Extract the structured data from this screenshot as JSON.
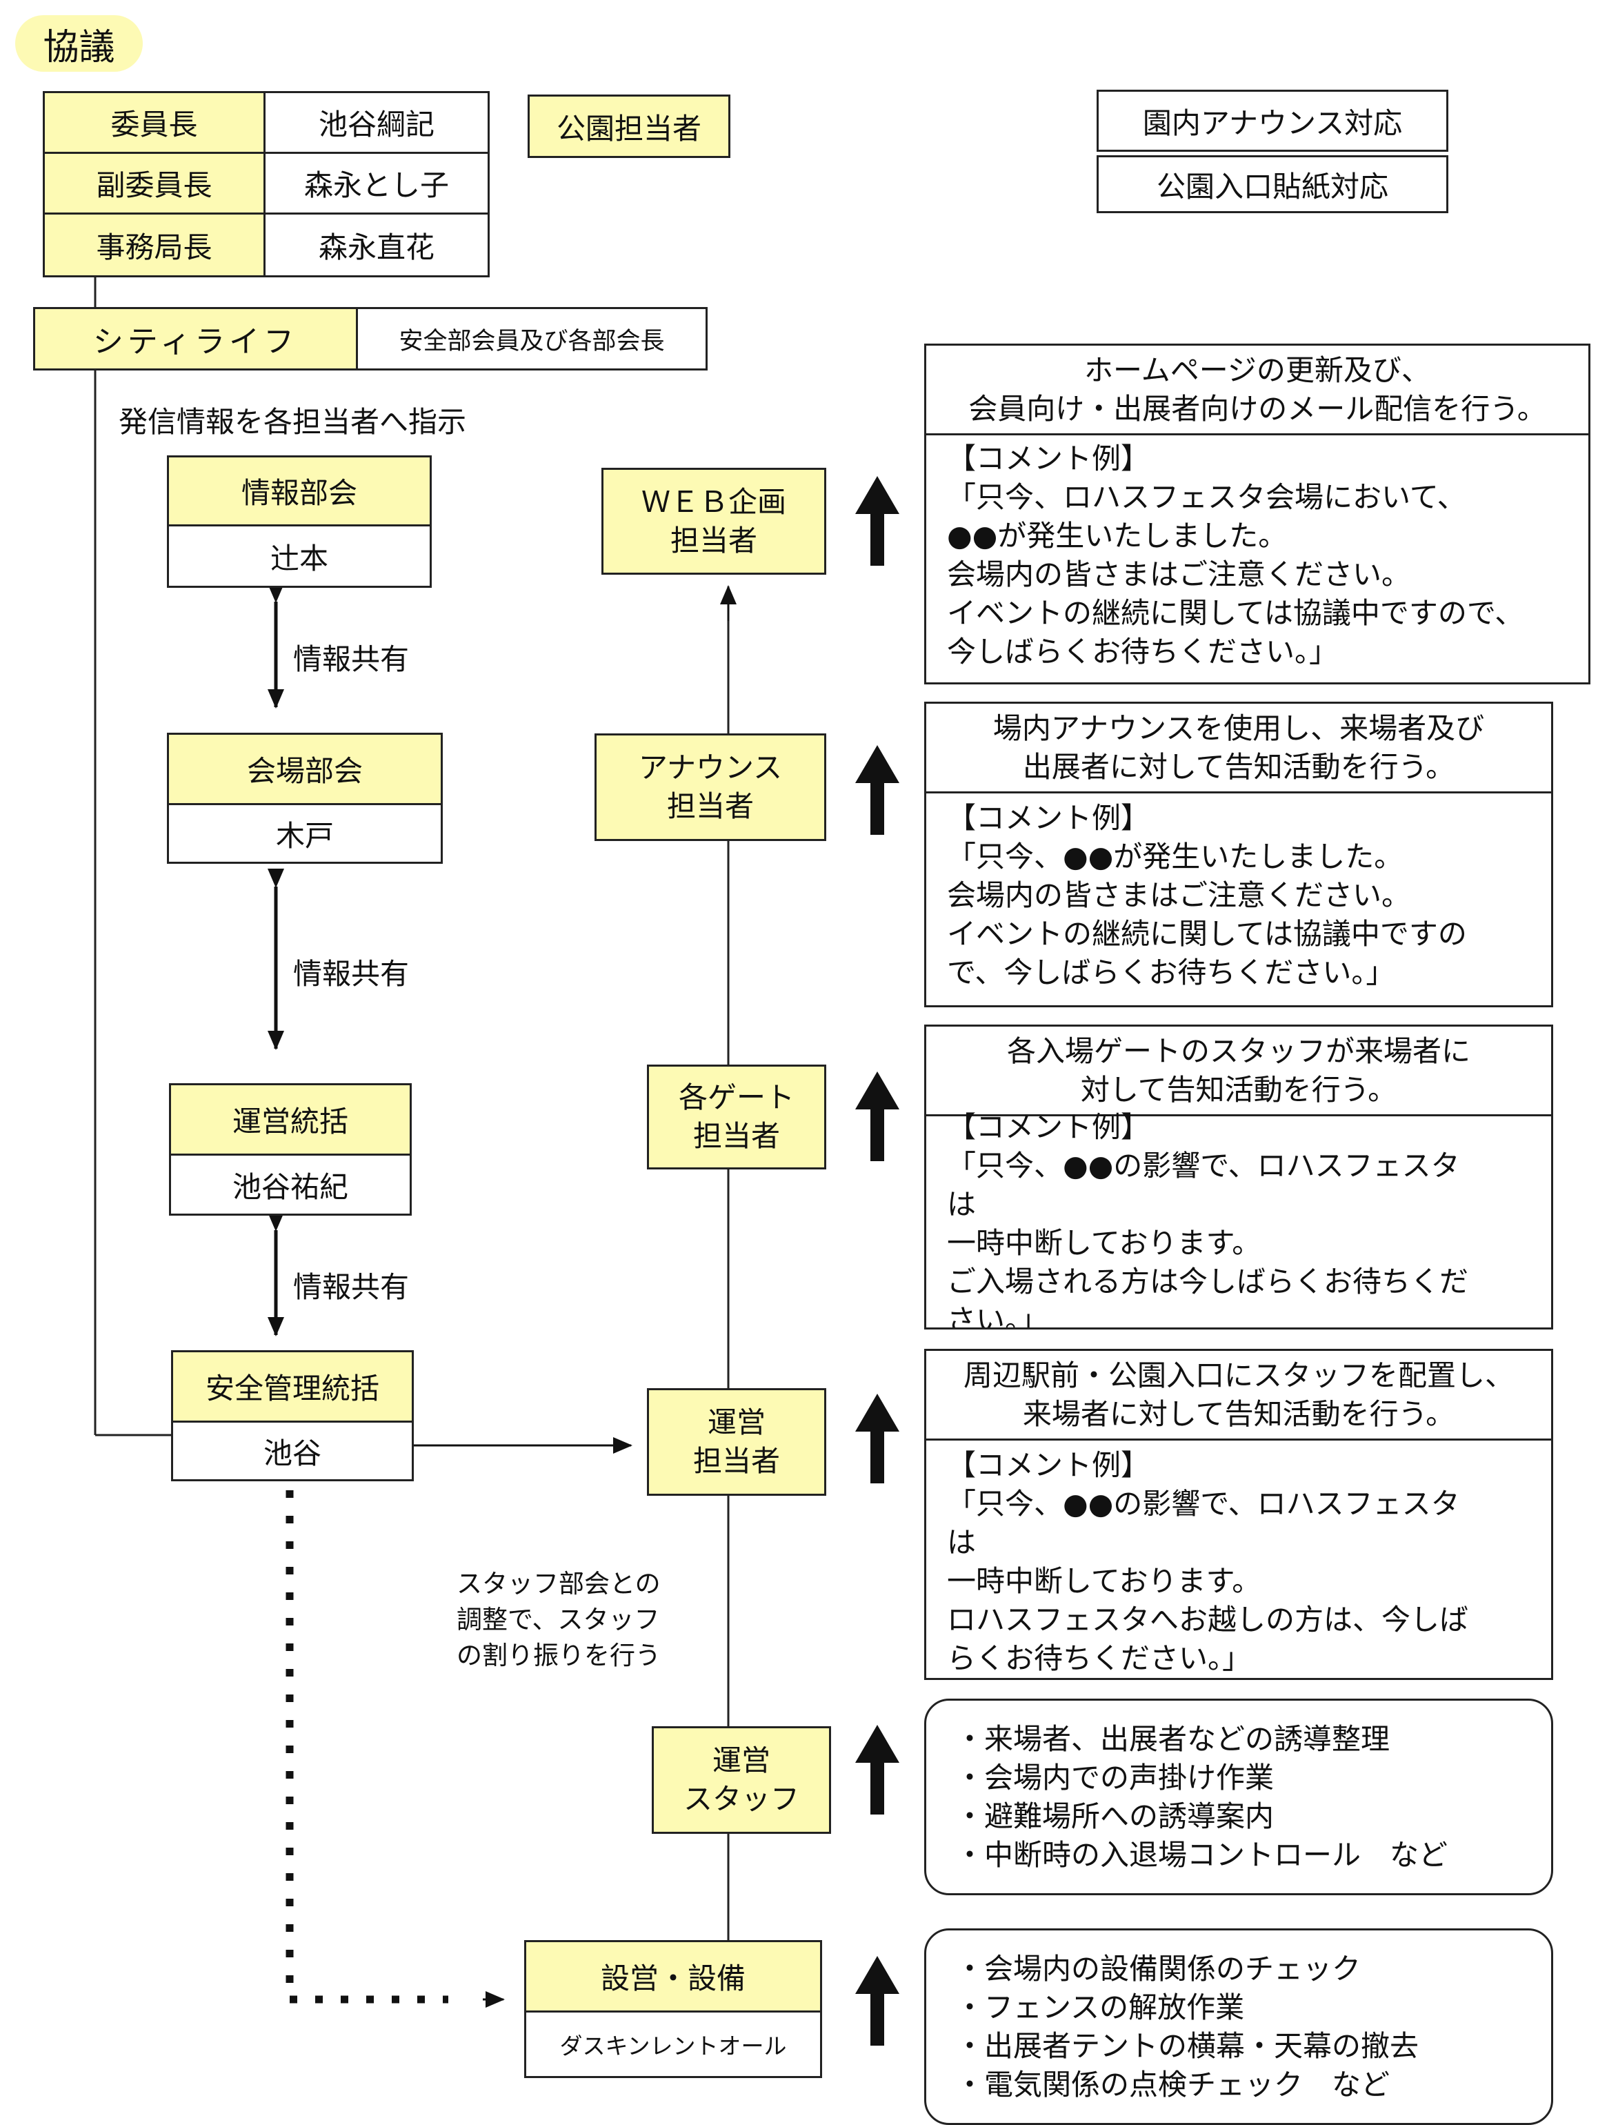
{
  "title": "協議",
  "leaders": {
    "chair_role": "委員長",
    "chair_name": "池谷綱記",
    "vice_role": "副委員長",
    "vice_name": "森永とし子",
    "sec_role": "事務局長",
    "sec_name": "森永直花"
  },
  "park_staff": "公園担当者",
  "announce_response": "園内アナウンス対応",
  "entrance_poster": "公園入口貼紙対応",
  "cityLife": {
    "label": "シティライフ",
    "members": "安全部会員及び各部会長"
  },
  "instruction_note": "発信情報を各担当者へ指示",
  "share_label": "情報共有",
  "left_chain": [
    {
      "title": "情報部会",
      "name": "辻本"
    },
    {
      "title": "会場部会",
      "name": "木戸"
    },
    {
      "title": "運営統括",
      "name": "池谷祐紀"
    },
    {
      "title": "安全管理統括",
      "name": "池谷"
    }
  ],
  "staff_note": "スタッフ部会との\n調整で、スタッフ\nの割り振りを行う",
  "roles": [
    {
      "label": "ＷＥＢ企画\n担当者"
    },
    {
      "label": "アナウンス\n担当者"
    },
    {
      "label": "各ゲート\n担当者"
    },
    {
      "label": "運営\n担当者"
    },
    {
      "label": "運営\nスタッフ"
    },
    {
      "label": "設営・設備",
      "sub": "ダスキンレントオール"
    }
  ],
  "descs": [
    {
      "head": "ホームページの更新及び、\n会員向け・出展者向けのメール配信を行う。",
      "body": "【コメント例】\n「只今、ロハスフェスタ会場において、\n●●が発生いたしました。\n会場内の皆さまはご注意ください。\nイベントの継続に関しては協議中ですので、\n今しばらくお待ちください。」"
    },
    {
      "head": "場内アナウンスを使用し、来場者及び\n出展者に対して告知活動を行う。",
      "body": "【コメント例】\n「只今、●●が発生いたしました。\n会場内の皆さまはご注意ください。\nイベントの継続に関しては協議中ですの\nで、今しばらくお待ちください。」"
    },
    {
      "head": "各入場ゲートのスタッフが来場者に\n対して告知活動を行う。",
      "body": "【コメント例】\n「只今、●●の影響で、ロハスフェスタ\nは\n一時中断しております。\nご入場される方は今しばらくお待ちくだ\nさい。」"
    },
    {
      "head": "周辺駅前・公園入口にスタッフを配置し、\n来場者に対して告知活動を行う。",
      "body": "【コメント例】\n「只今、●●の影響で、ロハスフェスタ\nは\n一時中断しております。\nロハスフェスタへお越しの方は、今しば\nらくお待ちください。」"
    },
    {
      "body": "・来場者、出展者などの誘導整理\n・会場内での声掛け作業\n・避難場所への誘導案内\n・中断時の入退場コントロール　など"
    },
    {
      "body": "・会場内の設備関係のチェック\n・フェンスの解放作業\n・出展者テントの横幕・天幕の撤去\n・電気関係の点検チェック　など"
    }
  ],
  "colors": {
    "accent_fill": "#fdfab4",
    "line": "#222222"
  }
}
